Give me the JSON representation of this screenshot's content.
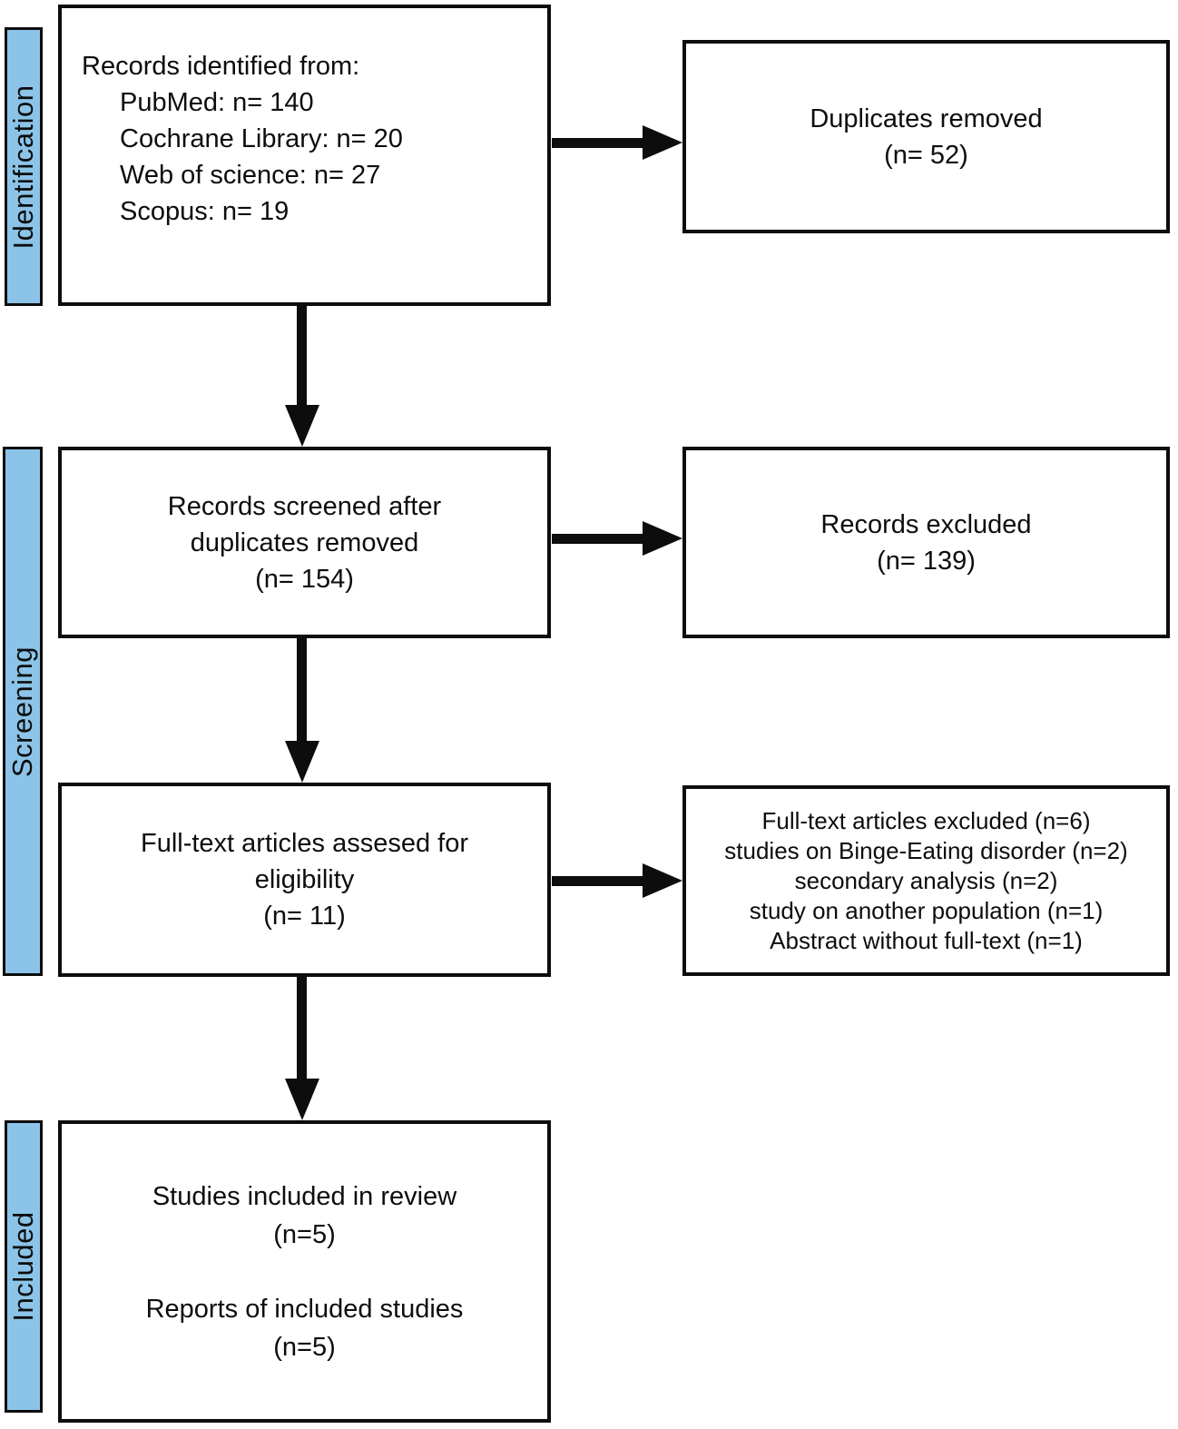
{
  "colors": {
    "bar_fill": "#8BC4E8",
    "line_color": "#0d0d0d",
    "box_fill": "#ffffff"
  },
  "stage_labels": {
    "identification": "Identification",
    "screening": "Screening",
    "included": "Included"
  },
  "boxes": {
    "records_identified": {
      "title": "Records identified from:",
      "sources": [
        "PubMed: n= 140",
        "Cochrane Library: n= 20",
        "Web of science: n= 27",
        "Scopus: n= 19"
      ]
    },
    "duplicates_removed": {
      "lines": [
        "Duplicates removed",
        "(n= 52)"
      ]
    },
    "records_screened": {
      "lines": [
        "Records screened after",
        "duplicates removed",
        "(n= 154)"
      ]
    },
    "records_excluded": {
      "lines": [
        "Records excluded",
        "(n= 139)"
      ]
    },
    "fulltext_assessed": {
      "lines": [
        "Full-text articles assesed for",
        "eligibility",
        "(n= 11)"
      ]
    },
    "fulltext_excluded": {
      "lines": [
        "Full-text articles excluded (n=6)",
        "studies on Binge-Eating disorder (n=2)",
        "secondary analysis (n=2)",
        "study on another population (n=1)",
        "Abstract without full-text (n=1)"
      ]
    },
    "included_studies": {
      "group1": [
        "Studies included in review",
        "(n=5)"
      ],
      "group2": [
        "Reports of included studies",
        "(n=5)"
      ]
    }
  }
}
